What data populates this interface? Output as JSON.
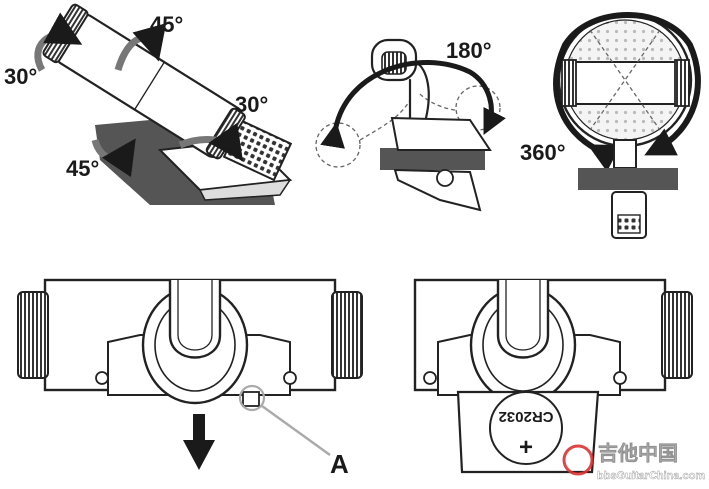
{
  "labels": {
    "tilt_top": "45°",
    "tilt_left": "30°",
    "tilt_right": "30°",
    "tilt_bottom": "45°",
    "swing": "180°",
    "spin": "360°",
    "callout": "A",
    "battery": "CR2032",
    "battery_polarity": "+"
  },
  "watermark": {
    "text_cn": "吉他中国",
    "text_url": "bbsGuitarChina.com"
  },
  "colors": {
    "ink": "#222222",
    "shadow": "#555555",
    "metal": "#9a9a9a",
    "arrow": "#1a1a1a",
    "leader": "#aaaaaa",
    "watermark": "#ffffff"
  }
}
